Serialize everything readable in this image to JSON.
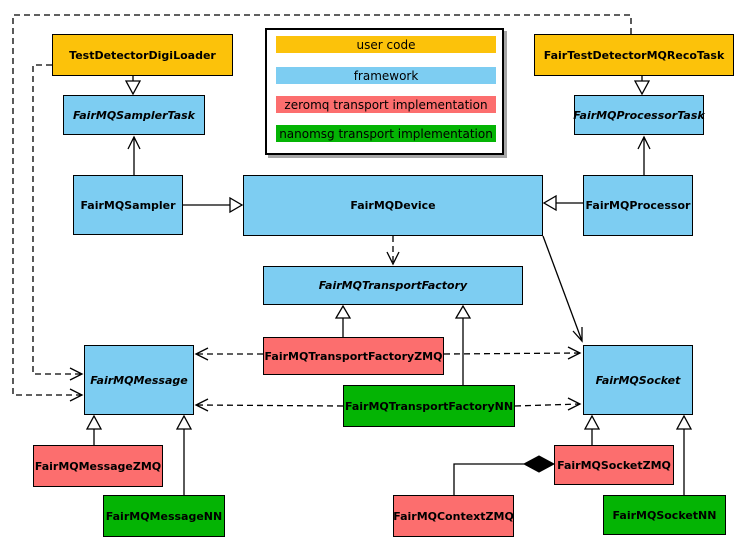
{
  "colors": {
    "user_code": "#FCC20A",
    "framework": "#7DCDF2",
    "zeromq": "#FC6E6E",
    "nanomsg": "#04B404",
    "line": "#000000",
    "background": "#FFFFFF"
  },
  "legend": {
    "items": [
      {
        "label": "user code",
        "color_key": "user_code"
      },
      {
        "label": "framework",
        "color_key": "framework"
      },
      {
        "label": "zeromq transport implementation",
        "color_key": "zeromq"
      },
      {
        "label": "nanomsg transport implementation",
        "color_key": "nanomsg"
      }
    ]
  },
  "nodes": {
    "loader": {
      "label": "TestDetectorDigiLoader",
      "category": "user_code",
      "abstract": false
    },
    "recoTask": {
      "label": "FairTestDetectorMQRecoTask",
      "category": "user_code",
      "abstract": false
    },
    "samplerTask": {
      "label": "FairMQSamplerTask",
      "category": "framework",
      "abstract": true
    },
    "processorTask": {
      "label": "FairMQProcessorTask",
      "category": "framework",
      "abstract": true
    },
    "sampler": {
      "label": "FairMQSampler",
      "category": "framework",
      "abstract": false
    },
    "device": {
      "label": "FairMQDevice",
      "category": "framework",
      "abstract": false
    },
    "processor": {
      "label": "FairMQProcessor",
      "category": "framework",
      "abstract": false
    },
    "transportFactory": {
      "label": "FairMQTransportFactory",
      "category": "framework",
      "abstract": true
    },
    "message": {
      "label": "FairMQMessage",
      "category": "framework",
      "abstract": true
    },
    "socket": {
      "label": "FairMQSocket",
      "category": "framework",
      "abstract": true
    },
    "tfZmq": {
      "label": "FairMQTransportFactoryZMQ",
      "category": "zeromq",
      "abstract": false
    },
    "tfNn": {
      "label": "FairMQTransportFactoryNN",
      "category": "nanomsg",
      "abstract": false
    },
    "msgZmq": {
      "label": "FairMQMessageZMQ",
      "category": "zeromq",
      "abstract": false
    },
    "msgNn": {
      "label": "FairMQMessageNN",
      "category": "nanomsg",
      "abstract": false
    },
    "sockZmq": {
      "label": "FairMQSocketZMQ",
      "category": "zeromq",
      "abstract": false
    },
    "ctxZmq": {
      "label": "FairMQContextZMQ",
      "category": "zeromq",
      "abstract": false
    },
    "sockNn": {
      "label": "FairMQSocketNN",
      "category": "nanomsg",
      "abstract": false
    }
  },
  "edges": [
    {
      "from": "TestDetectorDigiLoader",
      "to": "FairMQSamplerTask",
      "type": "inheritance"
    },
    {
      "from": "FairTestDetectorMQRecoTask",
      "to": "FairMQProcessorTask",
      "type": "inheritance"
    },
    {
      "from": "FairMQSampler",
      "to": "FairMQDevice",
      "type": "inheritance"
    },
    {
      "from": "FairMQProcessor",
      "to": "FairMQDevice",
      "type": "inheritance"
    },
    {
      "from": "FairMQSampler",
      "to": "FairMQSamplerTask",
      "type": "association"
    },
    {
      "from": "FairMQProcessor",
      "to": "FairMQProcessorTask",
      "type": "association"
    },
    {
      "from": "FairMQDevice",
      "to": "FairMQSocket",
      "type": "association"
    },
    {
      "from": "FairMQDevice",
      "to": "FairMQTransportFactory",
      "type": "dependency"
    },
    {
      "from": "TestDetectorDigiLoader",
      "to": "FairMQMessage",
      "type": "dependency"
    },
    {
      "from": "FairTestDetectorMQRecoTask",
      "to": "FairMQMessage",
      "type": "dependency"
    },
    {
      "from": "FairMQTransportFactoryZMQ",
      "to": "FairMQTransportFactory",
      "type": "inheritance"
    },
    {
      "from": "FairMQTransportFactoryNN",
      "to": "FairMQTransportFactory",
      "type": "inheritance"
    },
    {
      "from": "FairMQTransportFactoryZMQ",
      "to": "FairMQMessage",
      "type": "dependency"
    },
    {
      "from": "FairMQTransportFactoryZMQ",
      "to": "FairMQSocket",
      "type": "dependency"
    },
    {
      "from": "FairMQTransportFactoryNN",
      "to": "FairMQMessage",
      "type": "dependency"
    },
    {
      "from": "FairMQTransportFactoryNN",
      "to": "FairMQSocket",
      "type": "dependency"
    },
    {
      "from": "FairMQMessageZMQ",
      "to": "FairMQMessage",
      "type": "inheritance"
    },
    {
      "from": "FairMQMessageNN",
      "to": "FairMQMessage",
      "type": "inheritance"
    },
    {
      "from": "FairMQSocketZMQ",
      "to": "FairMQSocket",
      "type": "inheritance"
    },
    {
      "from": "FairMQSocketNN",
      "to": "FairMQSocket",
      "type": "inheritance"
    },
    {
      "from": "FairMQContextZMQ",
      "to": "FairMQSocketZMQ",
      "type": "composition"
    }
  ]
}
